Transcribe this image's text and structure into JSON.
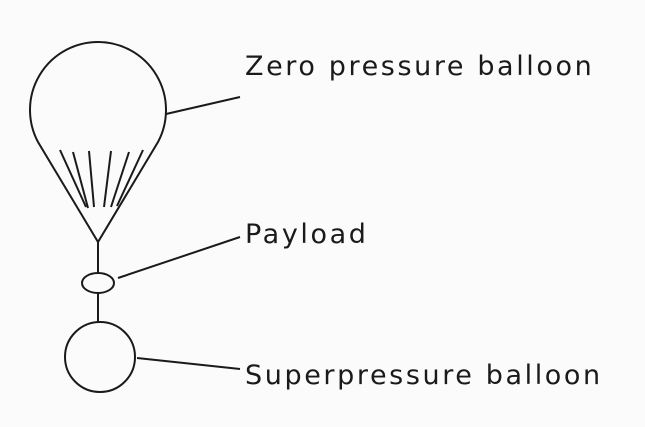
{
  "labels": {
    "zero_pressure": "Zero pressure balloon",
    "payload": "Payload",
    "superpressure": "Superpressure balloon"
  },
  "colors": {
    "stroke": "#1a1a1a",
    "background": "#fbfbfb"
  }
}
